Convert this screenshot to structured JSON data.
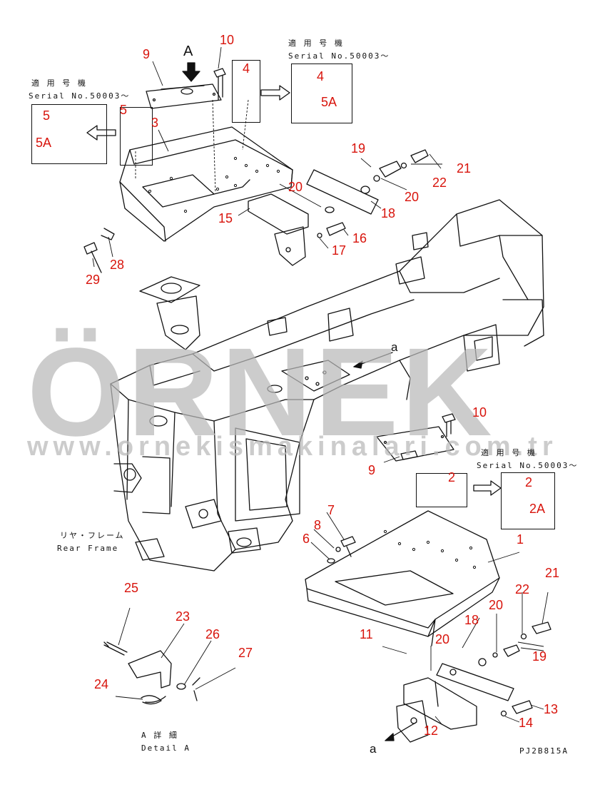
{
  "watermark": {
    "brand": "ÖRNEK",
    "url": "www.ornekismakinalari.com.tr"
  },
  "serial_note": {
    "jp": "適 用 号 機",
    "en": "Serial No.50003～"
  },
  "view_arrow_label": "A",
  "direction_label": "a",
  "frame_label": {
    "jp": "リヤ・フレーム",
    "en": "Rear Frame"
  },
  "detail_label": {
    "jp": "A 詳 細",
    "en": "Detail A"
  },
  "drawing_code": "PJ2B815A",
  "callouts": {
    "c1": "1",
    "c2a": "2",
    "c2b": "2",
    "c2A": "2A",
    "c3": "3",
    "c4a": "4",
    "c4b": "4",
    "c5a": "5",
    "c5b": "5",
    "c5Aa": "5A",
    "c5Ab": "5A",
    "c6": "6",
    "c7": "7",
    "c8": "8",
    "c9a": "9",
    "c9b": "9",
    "c10a": "10",
    "c10b": "10",
    "c11": "11",
    "c12": "12",
    "c13": "13",
    "c14": "14",
    "c15": "15",
    "c16": "16",
    "c17": "17",
    "c18a": "18",
    "c18b": "18",
    "c19a": "19",
    "c19b": "19",
    "c20a": "20",
    "c20b": "20",
    "c20c": "20",
    "c20d": "20",
    "c21a": "21",
    "c21b": "21",
    "c22a": "22",
    "c22b": "22",
    "c23": "23",
    "c24": "24",
    "c25": "25",
    "c26": "26",
    "c27": "27",
    "c28": "28",
    "c29": "29"
  }
}
